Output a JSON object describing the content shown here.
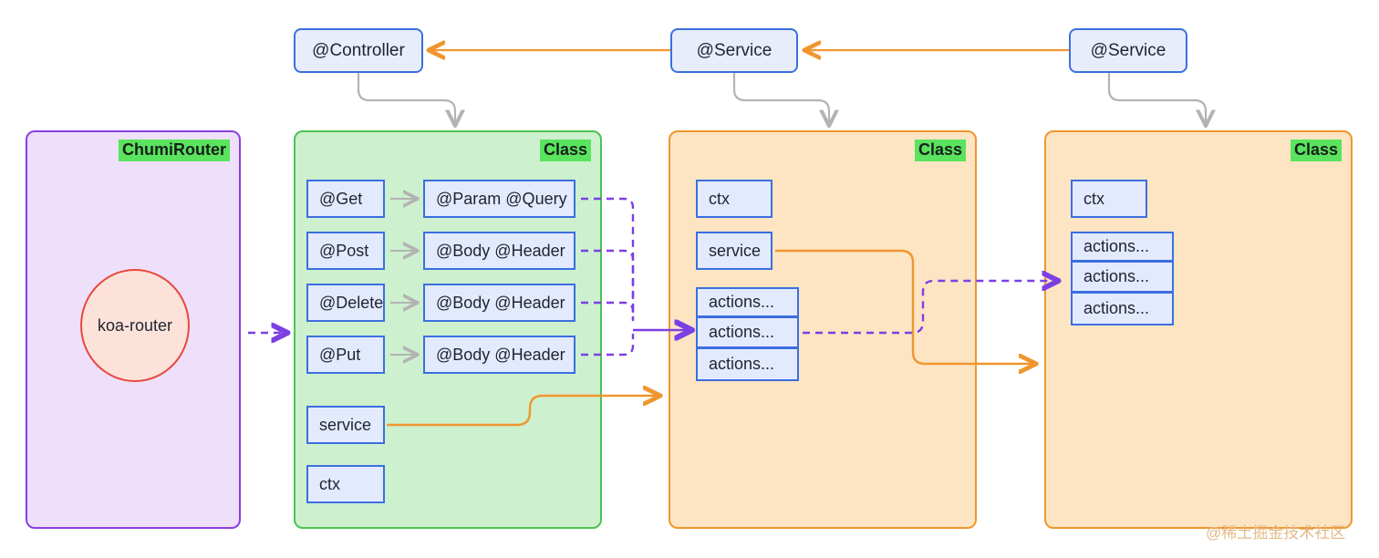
{
  "diagram": {
    "title_watermark": "@稀土掘金技术社区",
    "colors": {
      "decorator_fill": "#e8edfc",
      "decorator_border": "#3b6fe0",
      "router_container_fill": "#eee0fb",
      "router_container_border": "#8c3fe0",
      "class_container_fill": "#cdf0ce",
      "class_container_border": "#4cc34f",
      "service_container_fill": "#fde5c4",
      "service_container_border": "#f0962e",
      "tag_highlight": "#5ae35e",
      "orange_arrow": "#f0962e",
      "purple_dashed_arrow": "#7b3fe4",
      "grey_arrow": "#b3b3b3",
      "circle_fill": "#fde2da",
      "circle_border": "#e8483c"
    }
  },
  "decorators": [
    {
      "id": "controller",
      "label": "@Controller"
    },
    {
      "id": "service_mid",
      "label": "@Service"
    },
    {
      "id": "service_right",
      "label": "@Service"
    }
  ],
  "containers": {
    "router": {
      "tag": "ChumiRouter",
      "circle_label": "koa-router"
    },
    "controller_class": {
      "tag": "Class",
      "http_methods": [
        {
          "method": "@Get",
          "params": "@Param  @Query"
        },
        {
          "method": "@Post",
          "params": "@Body  @Header"
        },
        {
          "method": "@Delete",
          "params": "@Body  @Header"
        },
        {
          "method": "@Put",
          "params": "@Body  @Header"
        }
      ],
      "members": [
        {
          "label": "service"
        },
        {
          "label": "ctx"
        }
      ]
    },
    "service_class_mid": {
      "tag": "Class",
      "members": [
        {
          "label": "ctx"
        },
        {
          "label": "service"
        }
      ],
      "actions": [
        {
          "label": "actions..."
        },
        {
          "label": "actions..."
        },
        {
          "label": "actions..."
        }
      ]
    },
    "service_class_right": {
      "tag": "Class",
      "members": [
        {
          "label": "ctx"
        }
      ],
      "actions": [
        {
          "label": "actions..."
        },
        {
          "label": "actions..."
        },
        {
          "label": "actions..."
        }
      ]
    }
  }
}
